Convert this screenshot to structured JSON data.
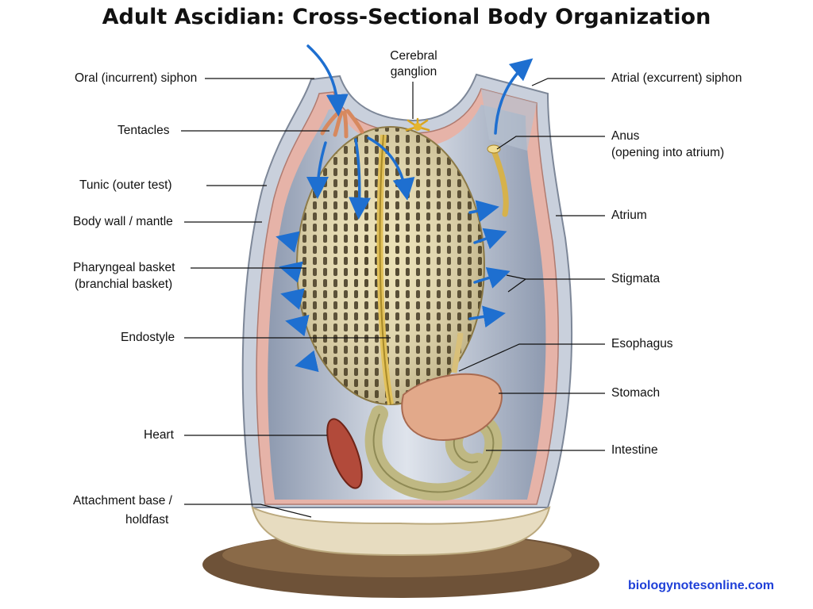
{
  "title": "Adult Ascidian: Cross-Sectional Body Organization",
  "labels": {
    "oral_siphon": "Oral (incurrent) siphon",
    "tentacles": "Tentacles",
    "tunic": "Tunic (outer test)",
    "body_wall": "Body wall / mantle",
    "pharyngeal_1": "Pharyngeal basket",
    "pharyngeal_2": "(branchial basket)",
    "endostyle": "Endostyle",
    "heart": "Heart",
    "base_1": "Attachment base /",
    "base_2": "holdfast",
    "ganglion_1": "Cerebral",
    "ganglion_2": "ganglion",
    "atrial_siphon": "Atrial (excurrent) siphon",
    "anus_1": "Anus",
    "anus_2": "(opening into atrium)",
    "atrium": "Atrium",
    "stigmata": "Stigmata",
    "esophagus": "Esophagus",
    "stomach": "Stomach",
    "intestine": "Intestine"
  },
  "watermark": "biologynotesonline.com",
  "colors": {
    "tunic": "#c9d0dc",
    "mantle": "#e6b3a8",
    "atrium": "#9aa6b8",
    "basket": "#e9ddb0",
    "stigmata": "#4a3f26",
    "endostyle": "#e2c15a",
    "stomach": "#e2a98a",
    "intestine": "#c9c392",
    "heart": "#b24a3a",
    "base": "#e7dcc0",
    "rock": "#6e5238",
    "flow_arrow": "#1e6fd0",
    "watermark": "#1f40d8"
  }
}
